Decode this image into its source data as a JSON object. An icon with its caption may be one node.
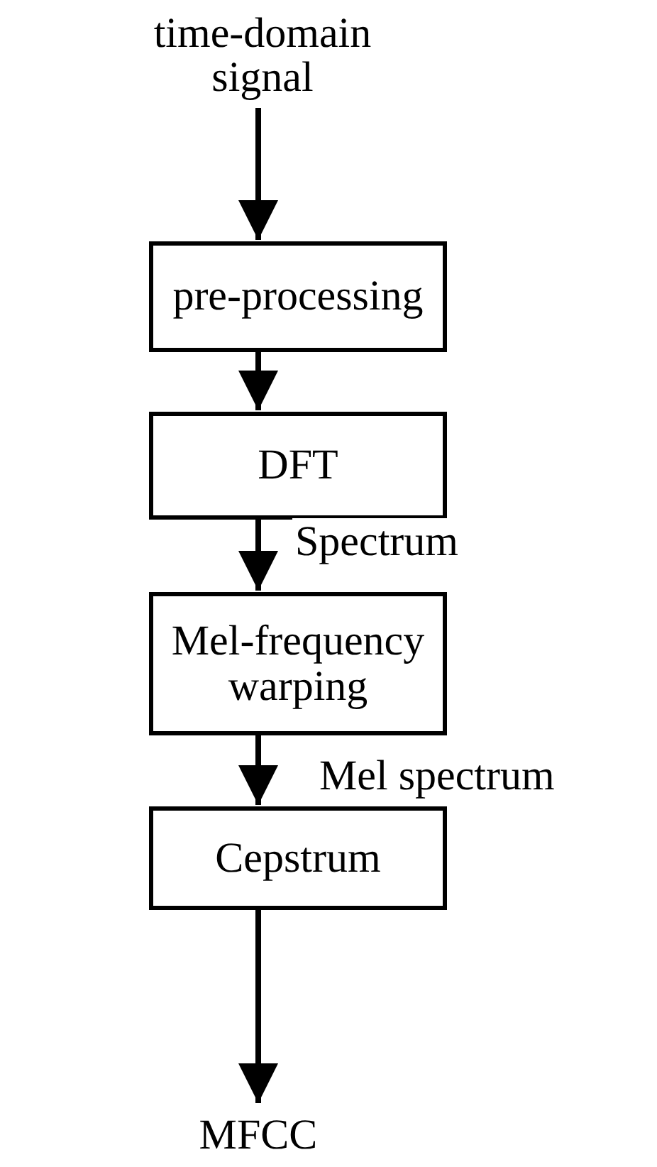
{
  "diagram": {
    "nodes": [
      {
        "text": [
          "time-domain signal"
        ]
      },
      {
        "text": [
          "pre-processing"
        ]
      },
      {
        "text": [
          "DFT"
        ]
      },
      {
        "text": [
          "Mel-frequency warping"
        ]
      },
      {
        "text": [
          "Cepstrum"
        ]
      },
      {
        "text": [
          "MFCC"
        ]
      }
    ],
    "edges": [
      {
        "from": 0,
        "to": 1,
        "arrow": "to"
      },
      {
        "from": 1,
        "to": 2,
        "arrow": "to"
      },
      {
        "from": 2,
        "to": 3,
        "arrow": "to",
        "label": "Spectrum"
      },
      {
        "from": 3,
        "to": 4,
        "arrow": "to",
        "label": "Mel spectrum"
      },
      {
        "from": 4,
        "to": 5,
        "arrow": "to"
      }
    ]
  }
}
